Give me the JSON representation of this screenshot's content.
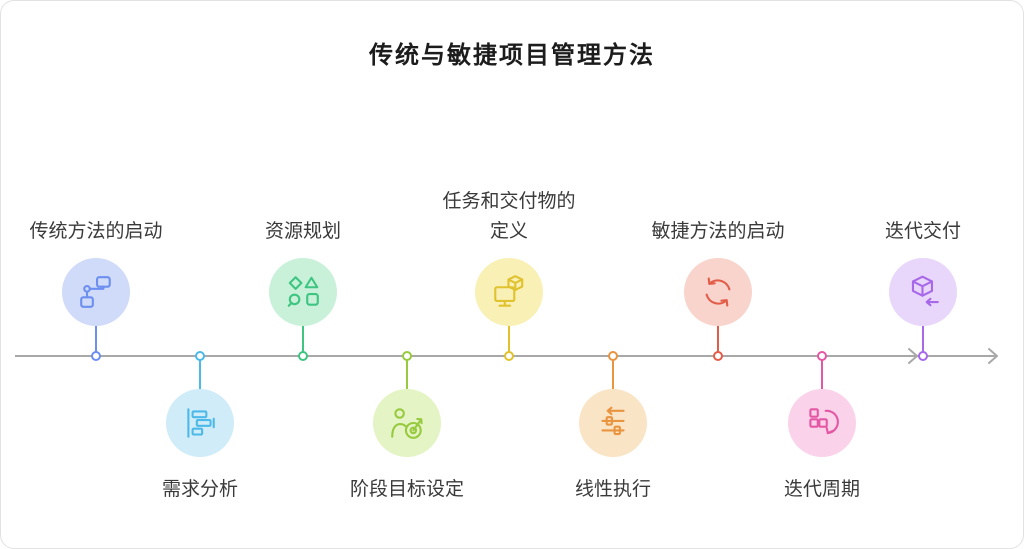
{
  "page": {
    "title": "传统与敏捷项目管理方法"
  },
  "timeline": {
    "color": "#a8a8a8"
  },
  "nodes": [
    {
      "label": "传统方法的启动",
      "side": "top",
      "icon": "flowchart-icon",
      "accent": "#6c8ff0",
      "bg": "#cfdbf8"
    },
    {
      "label": "需求分析",
      "side": "bottom",
      "icon": "gantt-chart-icon",
      "accent": "#4cb9e9",
      "bg": "#d0ecf9"
    },
    {
      "label": "资源规划",
      "side": "top",
      "icon": "shapes-icon",
      "accent": "#3ec581",
      "bg": "#c9f1da"
    },
    {
      "label": "阶段目标设定",
      "side": "bottom",
      "icon": "person-goal-icon",
      "accent": "#97ca3e",
      "bg": "#e4f4c5"
    },
    {
      "label": "任务和交付物的\n定义",
      "side": "top",
      "icon": "monitor-box-icon",
      "accent": "#e0c22e",
      "bg": "#f9f0b6"
    },
    {
      "label": "线性执行",
      "side": "bottom",
      "icon": "sliders-icon",
      "accent": "#e9943f",
      "bg": "#fae4c6"
    },
    {
      "label": "敏捷方法的启动",
      "side": "top",
      "icon": "sync-arrows-icon",
      "accent": "#e25c49",
      "bg": "#f9d4cc"
    },
    {
      "label": "迭代周期",
      "side": "bottom",
      "icon": "blocks-cycle-icon",
      "accent": "#e457a5",
      "bg": "#fad3ea"
    },
    {
      "label": "迭代交付",
      "side": "top",
      "icon": "cube-arrow-icon",
      "accent": "#a868ea",
      "bg": "#e8d7fa"
    }
  ]
}
